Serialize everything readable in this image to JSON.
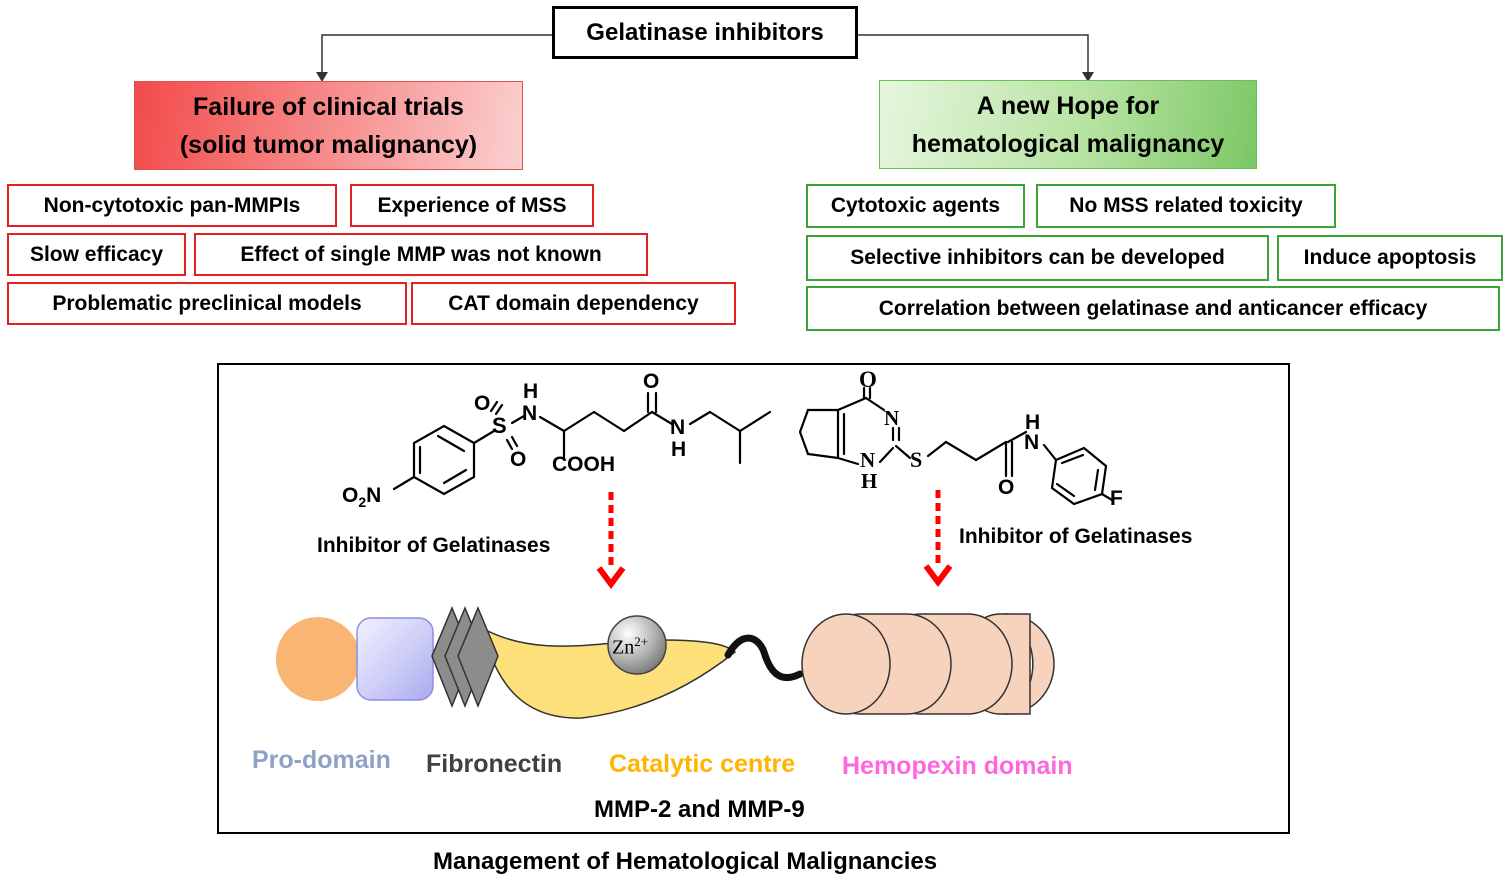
{
  "title": "Gelatinase inhibitors",
  "left": {
    "header_line1": "Failure of clinical trials",
    "header_line2": "(solid tumor malignancy)",
    "items": [
      "Non-cytotoxic pan-MMPIs",
      "Experience of MSS",
      "Slow efficacy",
      "Effect of single MMP  was not known",
      "Problematic preclinical models",
      "CAT domain  dependency"
    ]
  },
  "right": {
    "header_line1": "A new Hope for",
    "header_line2": "hematological malignancy",
    "items": [
      "Cytotoxic agents",
      "No MSS related toxicity",
      "Selective inhibitors can be developed",
      "Induce apoptosis",
      "Correlation between gelatinase  and  anticancer efficacy"
    ]
  },
  "molecule1": {
    "atoms": {
      "n_top": "N",
      "h_top": "H",
      "s": "S",
      "o1": "O",
      "o2": "O",
      "o_carbonyl": "O",
      "n_amide": "N",
      "h_amide": "H",
      "cooh": "COOH",
      "o2n_o": "O",
      "o2n_sub": "2",
      "o2n_n": "N"
    },
    "caption": "Inhibitor of Gelatinases"
  },
  "molecule2": {
    "atoms": {
      "o_top": "O",
      "n1": "N",
      "n2": "N",
      "h_n2": "H",
      "s": "S",
      "h_amide": "H",
      "n_amide": "N",
      "o_carbonyl": "O",
      "f": "F"
    },
    "caption": "Inhibitor of Gelatinases"
  },
  "zinc": {
    "symbol": "Zn",
    "charge": "2+"
  },
  "domains": {
    "pro": "Pro-domain",
    "fibronectin": "Fibronectin",
    "catalytic": "Catalytic centre",
    "hemopexin": "Hemopexin domain"
  },
  "enzyme_label": "MMP-2 and MMP-9",
  "footer": "Management of Hematological Malignancies",
  "colors": {
    "pro_domain": "#f9b574",
    "square": "#c9c9f7",
    "fibronectin": "#8c8c8c",
    "catalytic": "#fde07a",
    "hemopexin": "#f7d3bd",
    "arrow": "#ff0000",
    "label_pro": "#8ea2c8",
    "label_fibronectin": "#404040",
    "label_catalytic": "#ffb400",
    "label_hemopexin": "#ff66e0"
  }
}
